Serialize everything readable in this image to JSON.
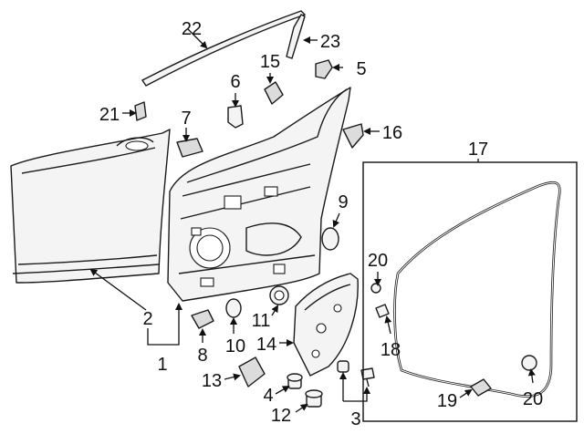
{
  "callouts": {
    "c1": "1",
    "c2": "2",
    "c3": "3",
    "c4": "4",
    "c5": "5",
    "c6": "6",
    "c7": "7",
    "c8": "8",
    "c9": "9",
    "c10": "10",
    "c11": "11",
    "c12": "12",
    "c13": "13",
    "c14": "14",
    "c15": "15",
    "c16": "16",
    "c17": "17",
    "c18": "18",
    "c19": "19",
    "c20a": "20",
    "c20b": "20",
    "c21": "21",
    "c22": "22",
    "c23": "23"
  }
}
